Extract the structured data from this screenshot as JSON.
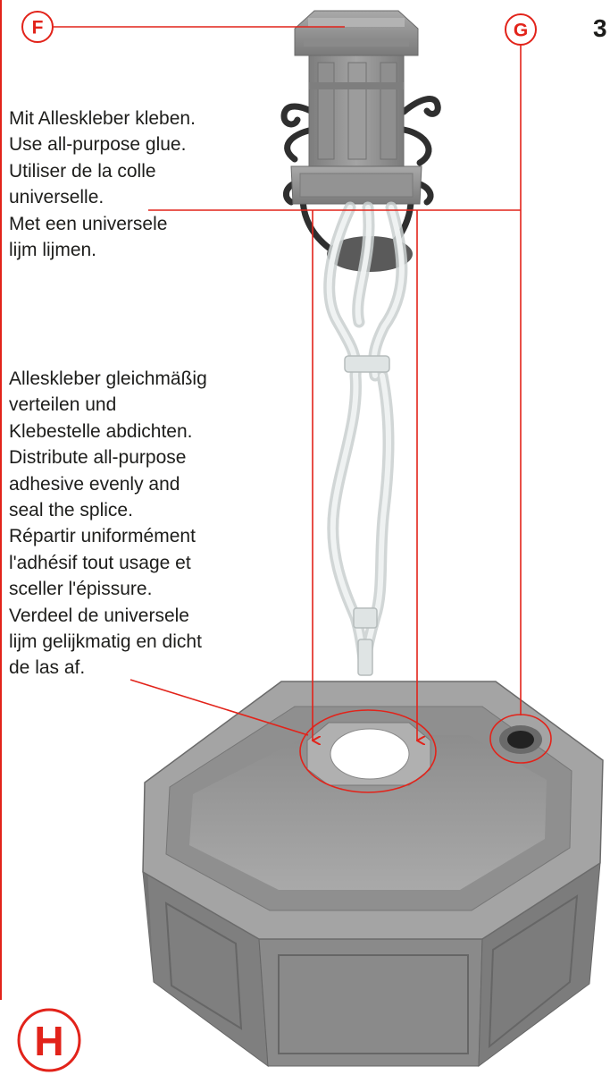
{
  "page_number": "3",
  "callouts": {
    "f": "F",
    "g": "G",
    "h": "H"
  },
  "instructions": {
    "glue": [
      "Mit Alleskleber kleben.",
      "Use all-purpose glue.",
      "Utiliser de la colle",
      "universelle.",
      "Met een universele",
      "lijm lijmen."
    ],
    "seal": [
      "Alleskleber gleichmäßig",
      "verteilen und",
      "Klebestelle abdichten.",
      "Distribute all-purpose",
      "adhesive evenly and",
      "seal the splice.",
      "Répartir uniformément",
      "l'adhésif tout usage et",
      "sceller l'épissure.",
      "Verdeel de universele",
      "lijm gelijkmatig en dicht",
      "de las af."
    ]
  },
  "colors": {
    "accent": "#e2231a",
    "text": "#1d1d1b",
    "stone": "#8e8e8e"
  }
}
